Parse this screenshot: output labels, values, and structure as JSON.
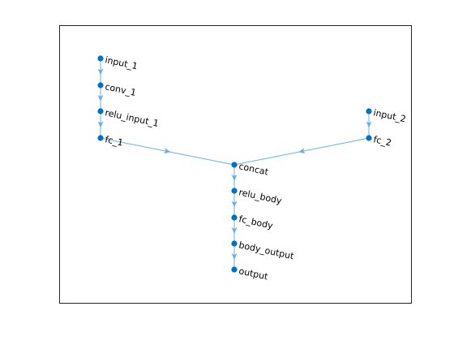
{
  "graph": {
    "node_color": "#0072BD",
    "edge_color": "#6BAFE0",
    "axes_color": "#262626",
    "nodes": [
      {
        "id": "input_1",
        "label": "input_1"
      },
      {
        "id": "conv_1",
        "label": "conv_1"
      },
      {
        "id": "relu_input_1",
        "label": "relu_input_1"
      },
      {
        "id": "fc_1",
        "label": "fc_1"
      },
      {
        "id": "input_2",
        "label": "input_2"
      },
      {
        "id": "fc_2",
        "label": "fc_2"
      },
      {
        "id": "concat",
        "label": "concat"
      },
      {
        "id": "relu_body",
        "label": "relu_body"
      },
      {
        "id": "fc_body",
        "label": "fc_body"
      },
      {
        "id": "body_output",
        "label": "body_output"
      },
      {
        "id": "output",
        "label": "output"
      }
    ],
    "edges": [
      {
        "from": "input_1",
        "to": "conv_1"
      },
      {
        "from": "conv_1",
        "to": "relu_input_1"
      },
      {
        "from": "relu_input_1",
        "to": "fc_1"
      },
      {
        "from": "fc_1",
        "to": "concat"
      },
      {
        "from": "input_2",
        "to": "fc_2"
      },
      {
        "from": "fc_2",
        "to": "concat"
      },
      {
        "from": "concat",
        "to": "relu_body"
      },
      {
        "from": "relu_body",
        "to": "fc_body"
      },
      {
        "from": "fc_body",
        "to": "body_output"
      },
      {
        "from": "body_output",
        "to": "output"
      }
    ]
  }
}
